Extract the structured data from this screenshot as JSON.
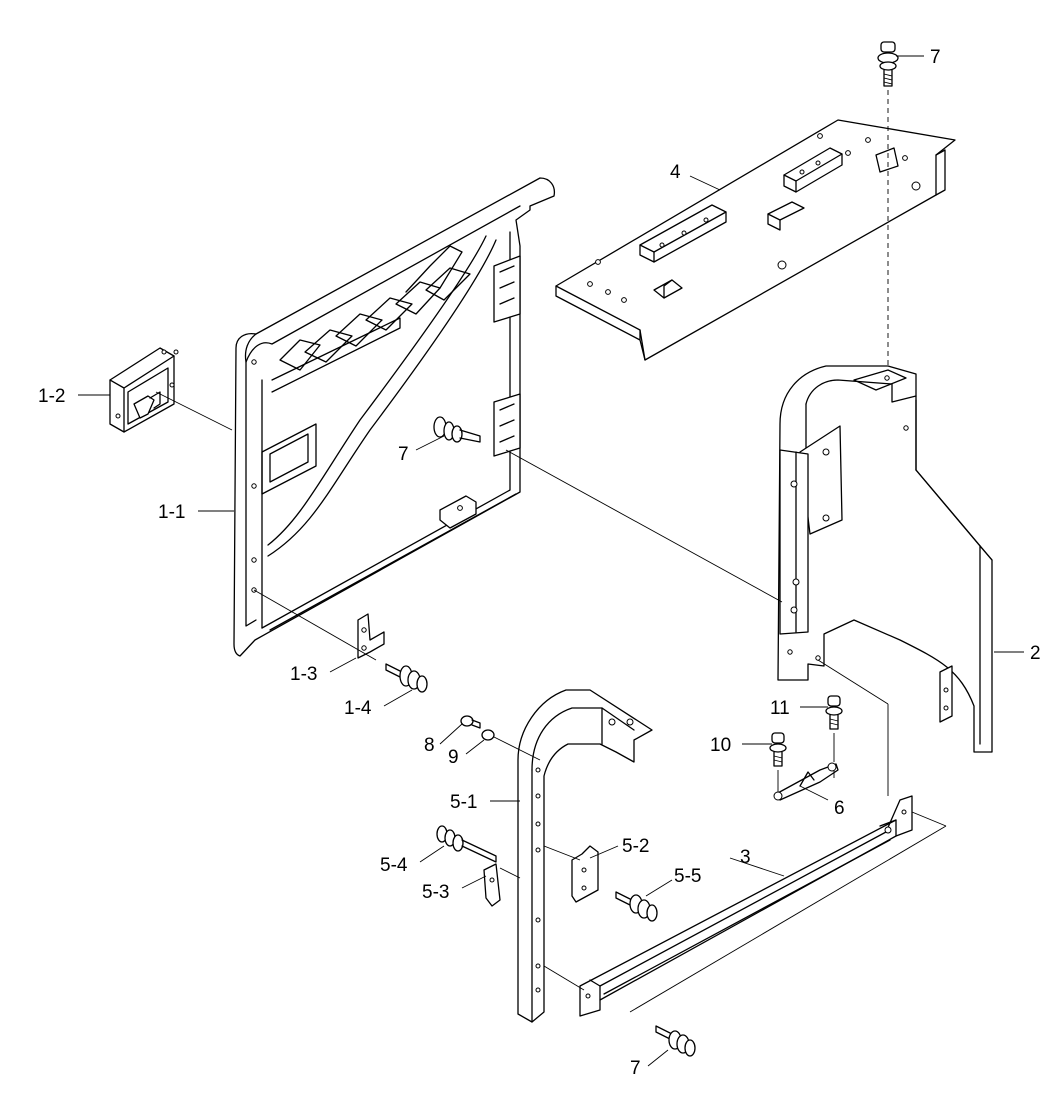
{
  "labels": {
    "l7_top": "7",
    "l4": "4",
    "l1_2": "1-2",
    "l7_mid": "7",
    "l1_1": "1-1",
    "l1_3": "1-3",
    "l1_4": "1-4",
    "l2": "2",
    "l11": "11",
    "l10": "10",
    "l6": "6",
    "l8": "8",
    "l9": "9",
    "l5_1": "5-1",
    "l5_2": "5-2",
    "l3": "3",
    "l5_4": "5-4",
    "l5_5": "5-5",
    "l5_3": "5-3",
    "l7_bottom": "7"
  }
}
